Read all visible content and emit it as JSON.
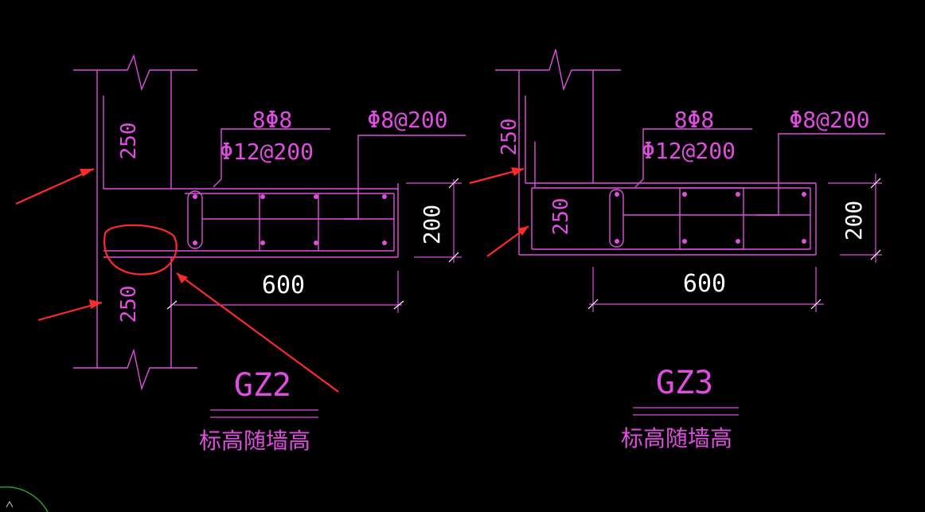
{
  "colors": {
    "background": "#000000",
    "line": "#e14de1",
    "dim_line": "#cc44cc",
    "text_white": "#ffffff",
    "annotation_red": "#ff2a2a",
    "corner_green": "#2f9e2f"
  },
  "left_detail": {
    "upper_dim": "250",
    "lower_dim": "250",
    "stirrup_label": "8Φ8",
    "main_label": "Φ12@200",
    "tie_label": "Φ8@200",
    "height_dim": "200",
    "width_dim": "600",
    "title": "GZ2",
    "note": "标高随墙高"
  },
  "right_detail": {
    "upper_dim": "250",
    "lower_dim": "250",
    "stirrup_label": "8Φ8",
    "main_label": "Φ12@200",
    "tie_label": "Φ8@200",
    "height_dim": "200",
    "width_dim": "600",
    "title": "GZ3",
    "note": "标高随墙高"
  }
}
